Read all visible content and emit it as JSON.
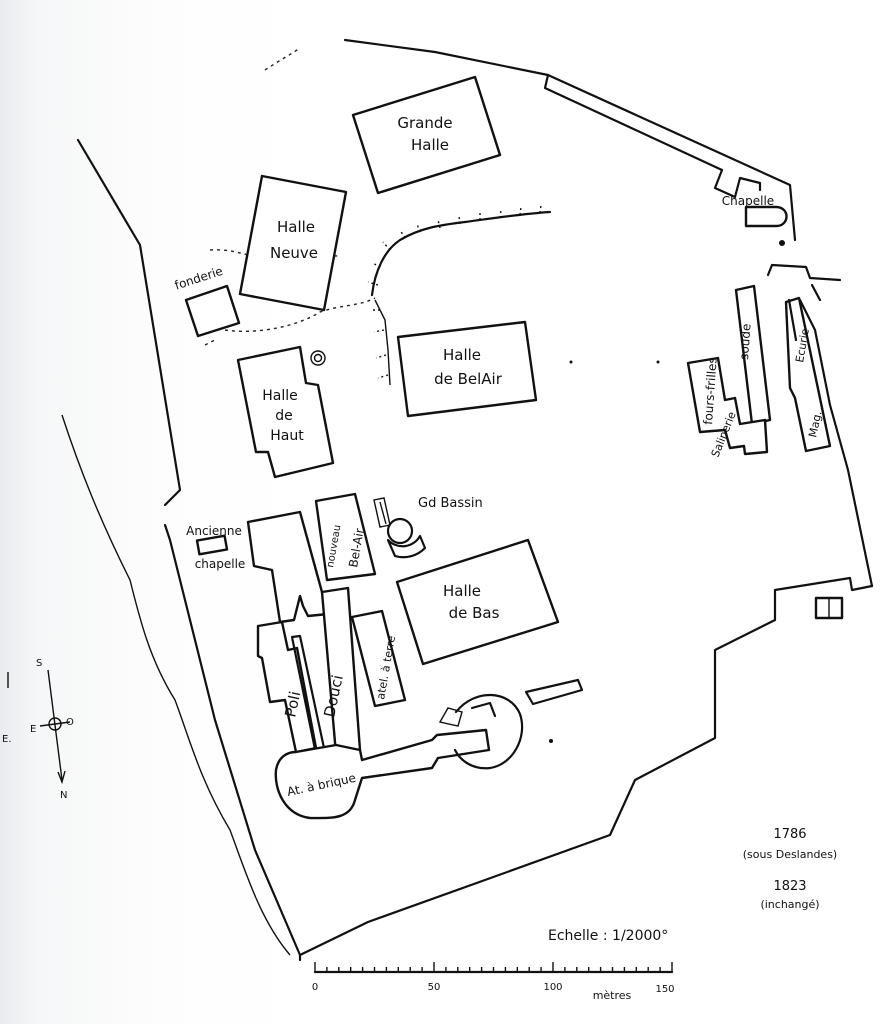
{
  "map": {
    "buildings": {
      "grande_halle": [
        "Grande",
        "Halle"
      ],
      "halle_neuve": [
        "Halle",
        "Neuve"
      ],
      "fonderie": "fonderie",
      "halle_de_haut": [
        "Halle",
        "de",
        "Haut"
      ],
      "halle_de_belair": [
        "Halle",
        "de BelAir"
      ],
      "chapelle": "Chapelle",
      "soude": "soude",
      "fours_frilles": "fours-frilles",
      "salinerie": "Salinerie",
      "ecurie": "Ecurie",
      "mag": "Mag.",
      "ancienne_chapelle": [
        "Ancienne",
        "chapelle"
      ],
      "nouveau_bel_air": [
        "nouveau",
        "Bel-Air"
      ],
      "grand_bassin": "Gd Bassin",
      "halle_de_bas": [
        "Halle",
        "de Bas"
      ],
      "atel_terre": "atel. à terre",
      "poli": "Poli",
      "douci": "Douci",
      "at_brique": "At. à brique"
    },
    "dates": {
      "date_1786": "1786",
      "sous_deslandes": "(sous Deslandes)",
      "date_1823": "1823",
      "inchange": "(inchangé)"
    },
    "scale": {
      "label": "Echelle : 1/2000°",
      "ticks": [
        "0",
        "50",
        "100",
        "150"
      ],
      "unit": "mètres"
    },
    "compass": {
      "s": "S",
      "e": "E",
      "o": "O",
      "n": "N",
      "e_outer": "E."
    }
  }
}
